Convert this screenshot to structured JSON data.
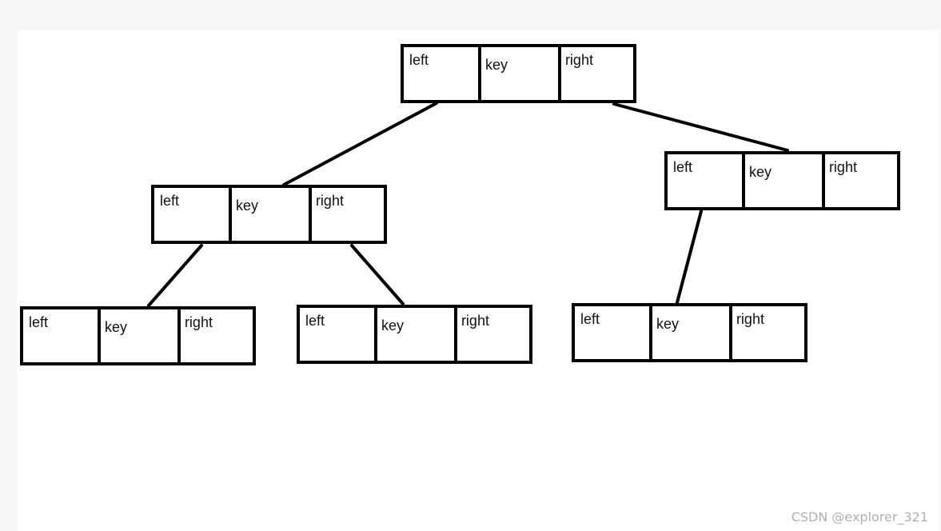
{
  "diagram": {
    "nodes": [
      {
        "id": "root",
        "left_label": "left",
        "key_label": "key",
        "right_label": "right"
      },
      {
        "id": "node-l",
        "left_label": "left",
        "key_label": "key",
        "right_label": "right"
      },
      {
        "id": "node-r",
        "left_label": "left",
        "key_label": "key",
        "right_label": "right"
      },
      {
        "id": "node-ll",
        "left_label": "left",
        "key_label": "key",
        "right_label": "right"
      },
      {
        "id": "node-lr",
        "left_label": "left",
        "key_label": "key",
        "right_label": "right"
      },
      {
        "id": "node-rl",
        "left_label": "left",
        "key_label": "key",
        "right_label": "right"
      }
    ],
    "edges": [
      {
        "from": "root",
        "to": "node-l"
      },
      {
        "from": "root",
        "to": "node-r"
      },
      {
        "from": "node-l",
        "to": "node-ll"
      },
      {
        "from": "node-l",
        "to": "node-lr"
      },
      {
        "from": "node-r",
        "to": "node-rl"
      }
    ]
  },
  "watermark": "CSDN @explorer_321"
}
